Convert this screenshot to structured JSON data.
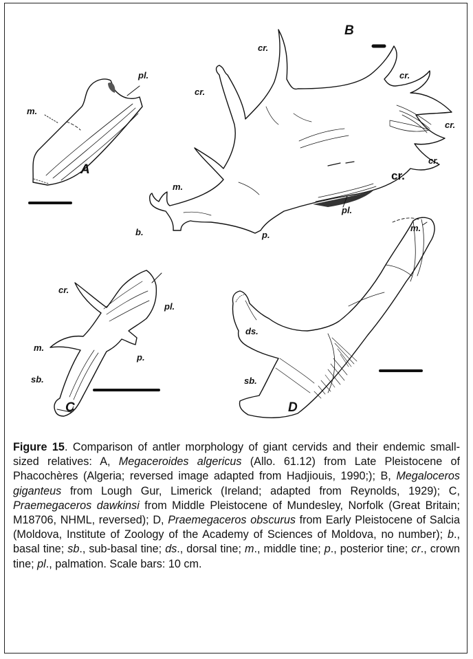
{
  "panels": {
    "A": {
      "letter": "A",
      "labels": {
        "pl": "pl.",
        "m": "m."
      }
    },
    "B": {
      "letter": "B",
      "labels": {
        "cr1": "cr.",
        "cr2": "cr.",
        "cr3": "cr.",
        "cr4": "cr.",
        "cr5": "cr.",
        "cr6": "cr.",
        "m": "m.",
        "b": "b.",
        "p": "p.",
        "pl": "pl."
      }
    },
    "C": {
      "letter": "C",
      "labels": {
        "cr": "cr.",
        "pl": "pl.",
        "m": "m.",
        "p": "p.",
        "sb": "sb."
      }
    },
    "D": {
      "letter": "D",
      "labels": {
        "m": "m.",
        "ds": "ds.",
        "sb": "sb."
      }
    }
  },
  "caption": {
    "figure_label": "Figure 15",
    "segments": [
      {
        "t": ". Comparison of antler morphology of giant cervids and their endemic small-sized relatives: A, ",
        "i": false
      },
      {
        "t": "Megaceroides algericus",
        "i": true
      },
      {
        "t": " (Allo. 61.12) from Late Pleistocene of Phacochères (Algeria; reversed image adapted from Hadjiouis, 1990;); B, ",
        "i": false
      },
      {
        "t": "Megaloceros giganteus",
        "i": true
      },
      {
        "t": " from Lough Gur, Limerick (Ireland; adapted from Reynolds, 1929); C, ",
        "i": false
      },
      {
        "t": "Praemegaceros dawkinsi",
        "i": true
      },
      {
        "t": " from Middle Pleistocene of Mundesley, Norfolk (Great Britain; M18706, NHML, reversed); D, ",
        "i": false
      },
      {
        "t": "Praemegaceros obscurus",
        "i": true
      },
      {
        "t": " from Early Pleistocene of Salcia (Moldova, Institute of Zoology of the Academy of Sciences of Moldova, no number); ",
        "i": false
      },
      {
        "t": "b",
        "i": true
      },
      {
        "t": "., basal tine; ",
        "i": false
      },
      {
        "t": "sb",
        "i": true
      },
      {
        "t": "., sub-basal tine; ",
        "i": false
      },
      {
        "t": "ds",
        "i": true
      },
      {
        "t": "., dorsal tine; ",
        "i": false
      },
      {
        "t": "m",
        "i": true
      },
      {
        "t": "., middle tine; ",
        "i": false
      },
      {
        "t": "p",
        "i": true
      },
      {
        "t": "., posterior tine; ",
        "i": false
      },
      {
        "t": "cr",
        "i": true
      },
      {
        "t": "., crown tine; ",
        "i": false
      },
      {
        "t": "pl",
        "i": true
      },
      {
        "t": "., palmation. Scale bars: 10 cm.",
        "i": false
      }
    ]
  }
}
